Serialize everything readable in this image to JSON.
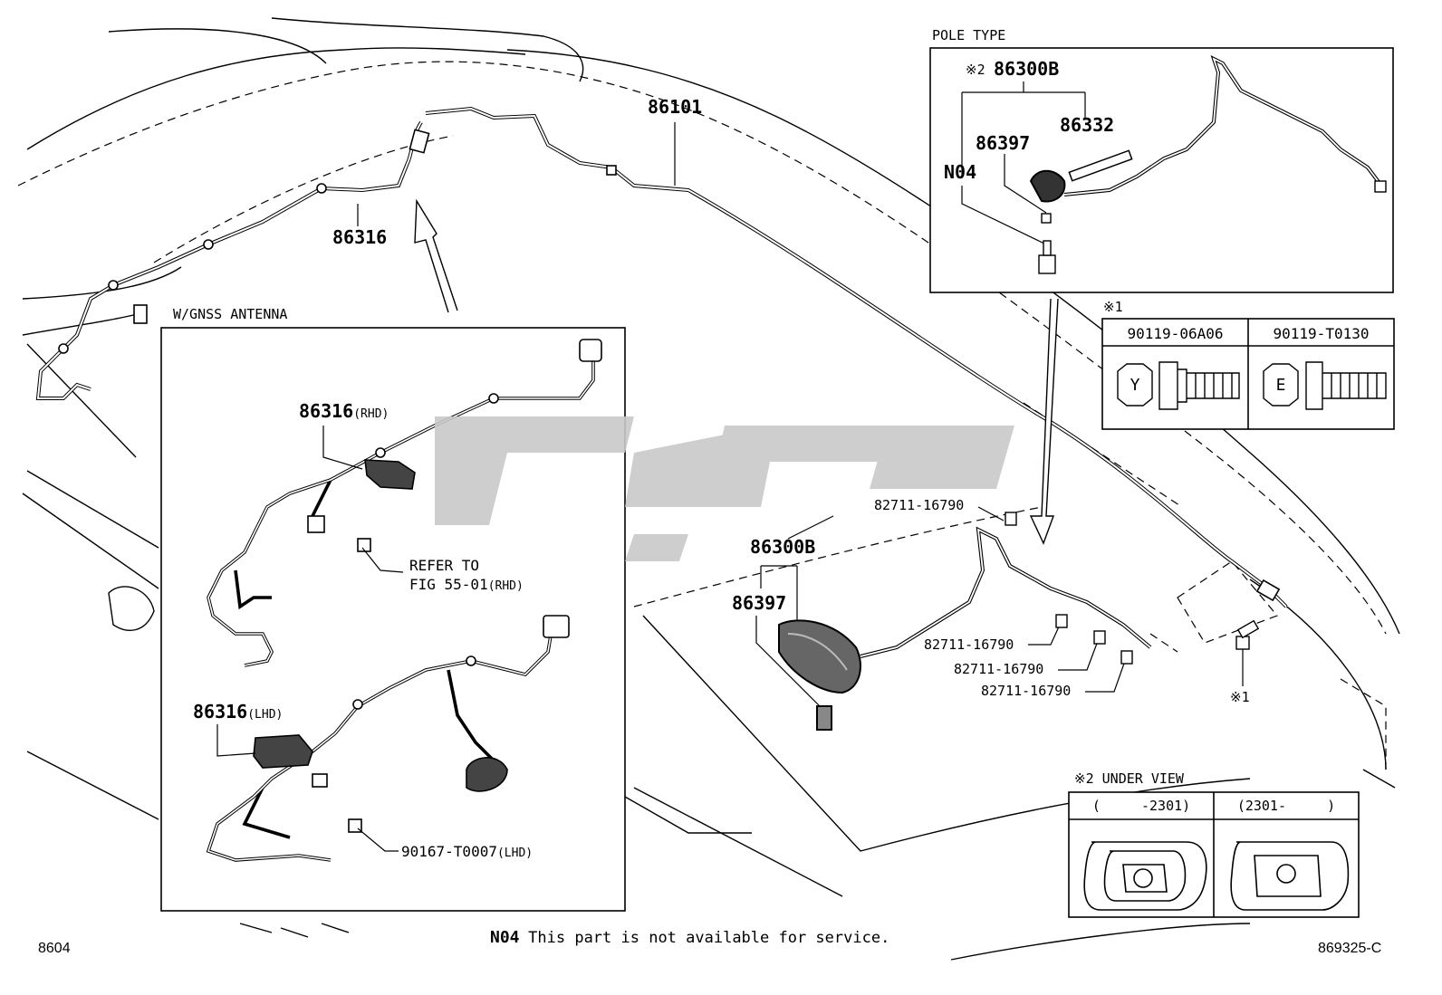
{
  "parts": {
    "main_wire": "86101",
    "wire_top": "86316",
    "pole_antenna": "86300B",
    "pole_housing": "86397",
    "pole_rod": "86332",
    "pole_nut": "N04",
    "pole_mark": "※2",
    "shark_antenna": "86300B",
    "shark_cover": "86397",
    "clip": "82711-16790",
    "gnss_rhd": "86316",
    "gnss_lhd": "86316",
    "screw_lhd": "90167-T0007",
    "bolt_mark": "※1"
  },
  "suffixes": {
    "rhd": "(RHD)",
    "lhd": "(LHD)"
  },
  "captions": {
    "pole_type": "POLE TYPE",
    "gnss": "W/GNSS ANTENNA",
    "refer_line1": "REFER TO",
    "refer_line2": "FIG 55-01",
    "under_view": "※2 UNDER VIEW"
  },
  "bolt_table": {
    "mark": "※1",
    "columns": [
      "90119-06A06",
      "90119-T0130"
    ],
    "head_letters": [
      "Y",
      "E"
    ]
  },
  "under_view_table": {
    "columns": [
      "(     -2301)",
      "(2301-     )"
    ]
  },
  "footer": {
    "note_code": "N04",
    "note_text": "This part is not available for service.",
    "left_code": "8604",
    "right_code": "869325-C"
  },
  "colors": {
    "line": "#000000",
    "watermark": "#c9c9c9"
  }
}
